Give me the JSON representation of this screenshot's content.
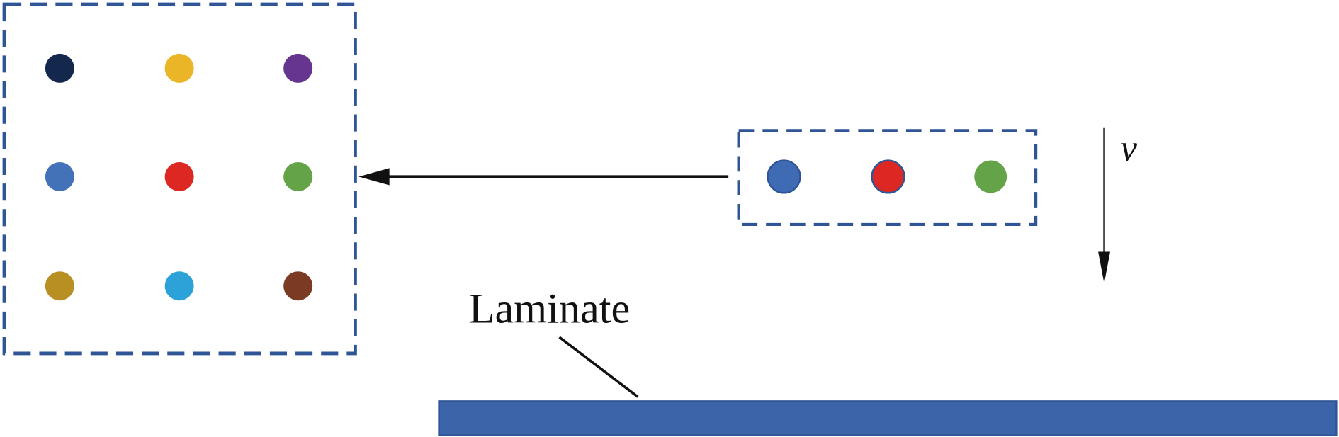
{
  "labels": {
    "laminate": "Laminate",
    "velocity": "v"
  },
  "colors": {
    "box_border": "#2f5597",
    "laminate_fill": "#3c64a8",
    "arrow": "#111111"
  },
  "grid_dots": [
    {
      "name": "dark-navy",
      "color": "#14284e"
    },
    {
      "name": "yellow",
      "color": "#eab627"
    },
    {
      "name": "purple",
      "color": "#663590"
    },
    {
      "name": "blue",
      "color": "#4472b8"
    },
    {
      "name": "red",
      "color": "#dd2722"
    },
    {
      "name": "green",
      "color": "#65a348"
    },
    {
      "name": "olive-gold",
      "color": "#b88f22"
    },
    {
      "name": "sky-blue",
      "color": "#2ca2d9"
    },
    {
      "name": "brown",
      "color": "#7b3b22"
    }
  ],
  "row_dots": [
    {
      "name": "blue",
      "color": "#3f6bb5"
    },
    {
      "name": "red",
      "color": "#dd2722"
    },
    {
      "name": "green",
      "color": "#65a348"
    }
  ]
}
